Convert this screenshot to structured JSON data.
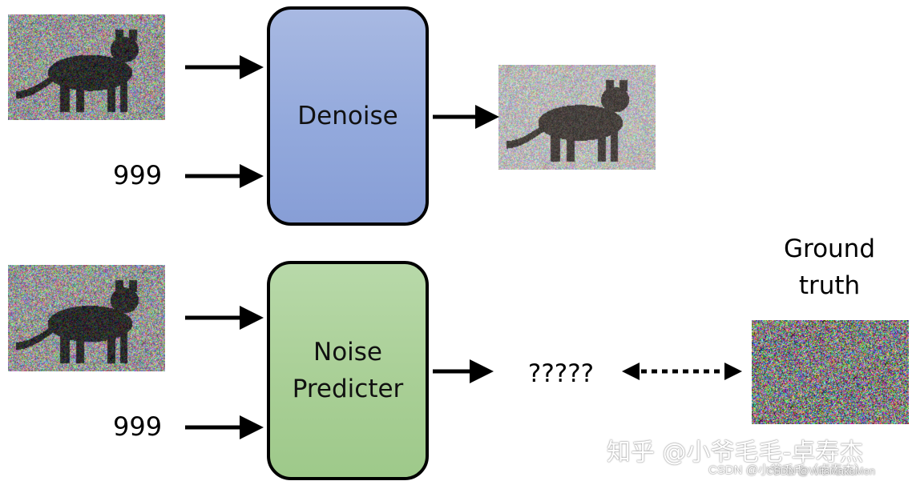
{
  "top_row": {
    "block_label": "Denoise",
    "step_number": "999"
  },
  "bottom_row": {
    "block_label_line1": "Noise",
    "block_label_line2": "Predicter",
    "step_number": "999",
    "output_placeholder": "?????",
    "ground_truth_line1": "Ground",
    "ground_truth_line2": "truth"
  },
  "watermarks": {
    "zhihu": "知乎 @小爷毛毛-卓寿杰",
    "csdn": "CSDN @小爷毛毛（卓寿杰）",
    "csdn_overlay": "CSDN @WitsMakeMen"
  },
  "colors": {
    "denoise_block": "#93a9dc",
    "predicter_block": "#a9cf96",
    "arrow": "#000000"
  }
}
